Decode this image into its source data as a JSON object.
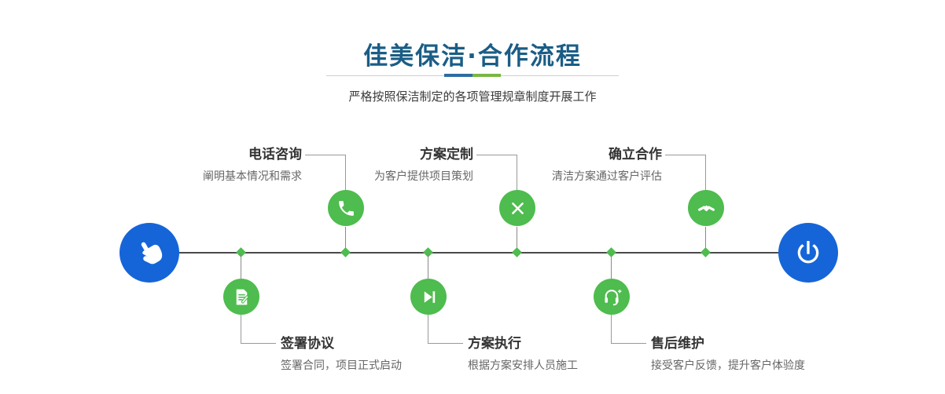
{
  "header": {
    "title": "佳美保洁·合作流程",
    "subtitle": "严格按照保洁制定的各项管理规章制度开展工作"
  },
  "timeline": {
    "start_icon": "hand-pointer-icon",
    "end_icon": "power-icon"
  },
  "steps": {
    "top": [
      {
        "title": "电话咨询",
        "desc": "阐明基本情况和需求",
        "icon": "phone-icon"
      },
      {
        "title": "方案定制",
        "desc": "为客户提供项目策划",
        "icon": "design-tools-icon"
      },
      {
        "title": "确立合作",
        "desc": "清洁方案通过客户评估",
        "icon": "handshake-icon"
      }
    ],
    "bottom": [
      {
        "title": "签署协议",
        "desc": "签署合同，项目正式启动",
        "icon": "contract-icon"
      },
      {
        "title": "方案执行",
        "desc": "根据方案安排人员施工",
        "icon": "play-icon"
      },
      {
        "title": "售后维护",
        "desc": "接受客户反馈，提升客户体验度",
        "icon": "headset-plus-icon"
      }
    ]
  },
  "colors": {
    "title_blue": "#1a5d86",
    "accent_green": "#4ebc4e",
    "node_blue": "#1565d8",
    "underline_blue": "#2d6ca3",
    "underline_green": "#79b742",
    "line_dark": "#4a4a4a",
    "connector_gray": "#999999",
    "text_dark": "#333333",
    "text_gray": "#666666"
  }
}
